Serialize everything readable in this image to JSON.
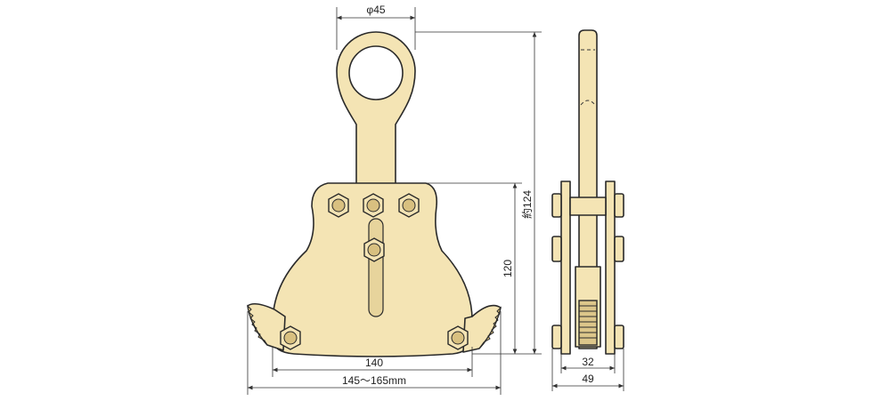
{
  "dimensions": {
    "ring_diameter": "φ45",
    "approx_height": "約124",
    "body_height": "120",
    "body_width": "140",
    "jaw_opening": "145～165mm",
    "side_inner_width": "32",
    "side_outer_width": "49"
  },
  "colors": {
    "body_fill": "#f4e4b4",
    "outline": "#2a2a2a",
    "dimension_line": "#333333"
  }
}
